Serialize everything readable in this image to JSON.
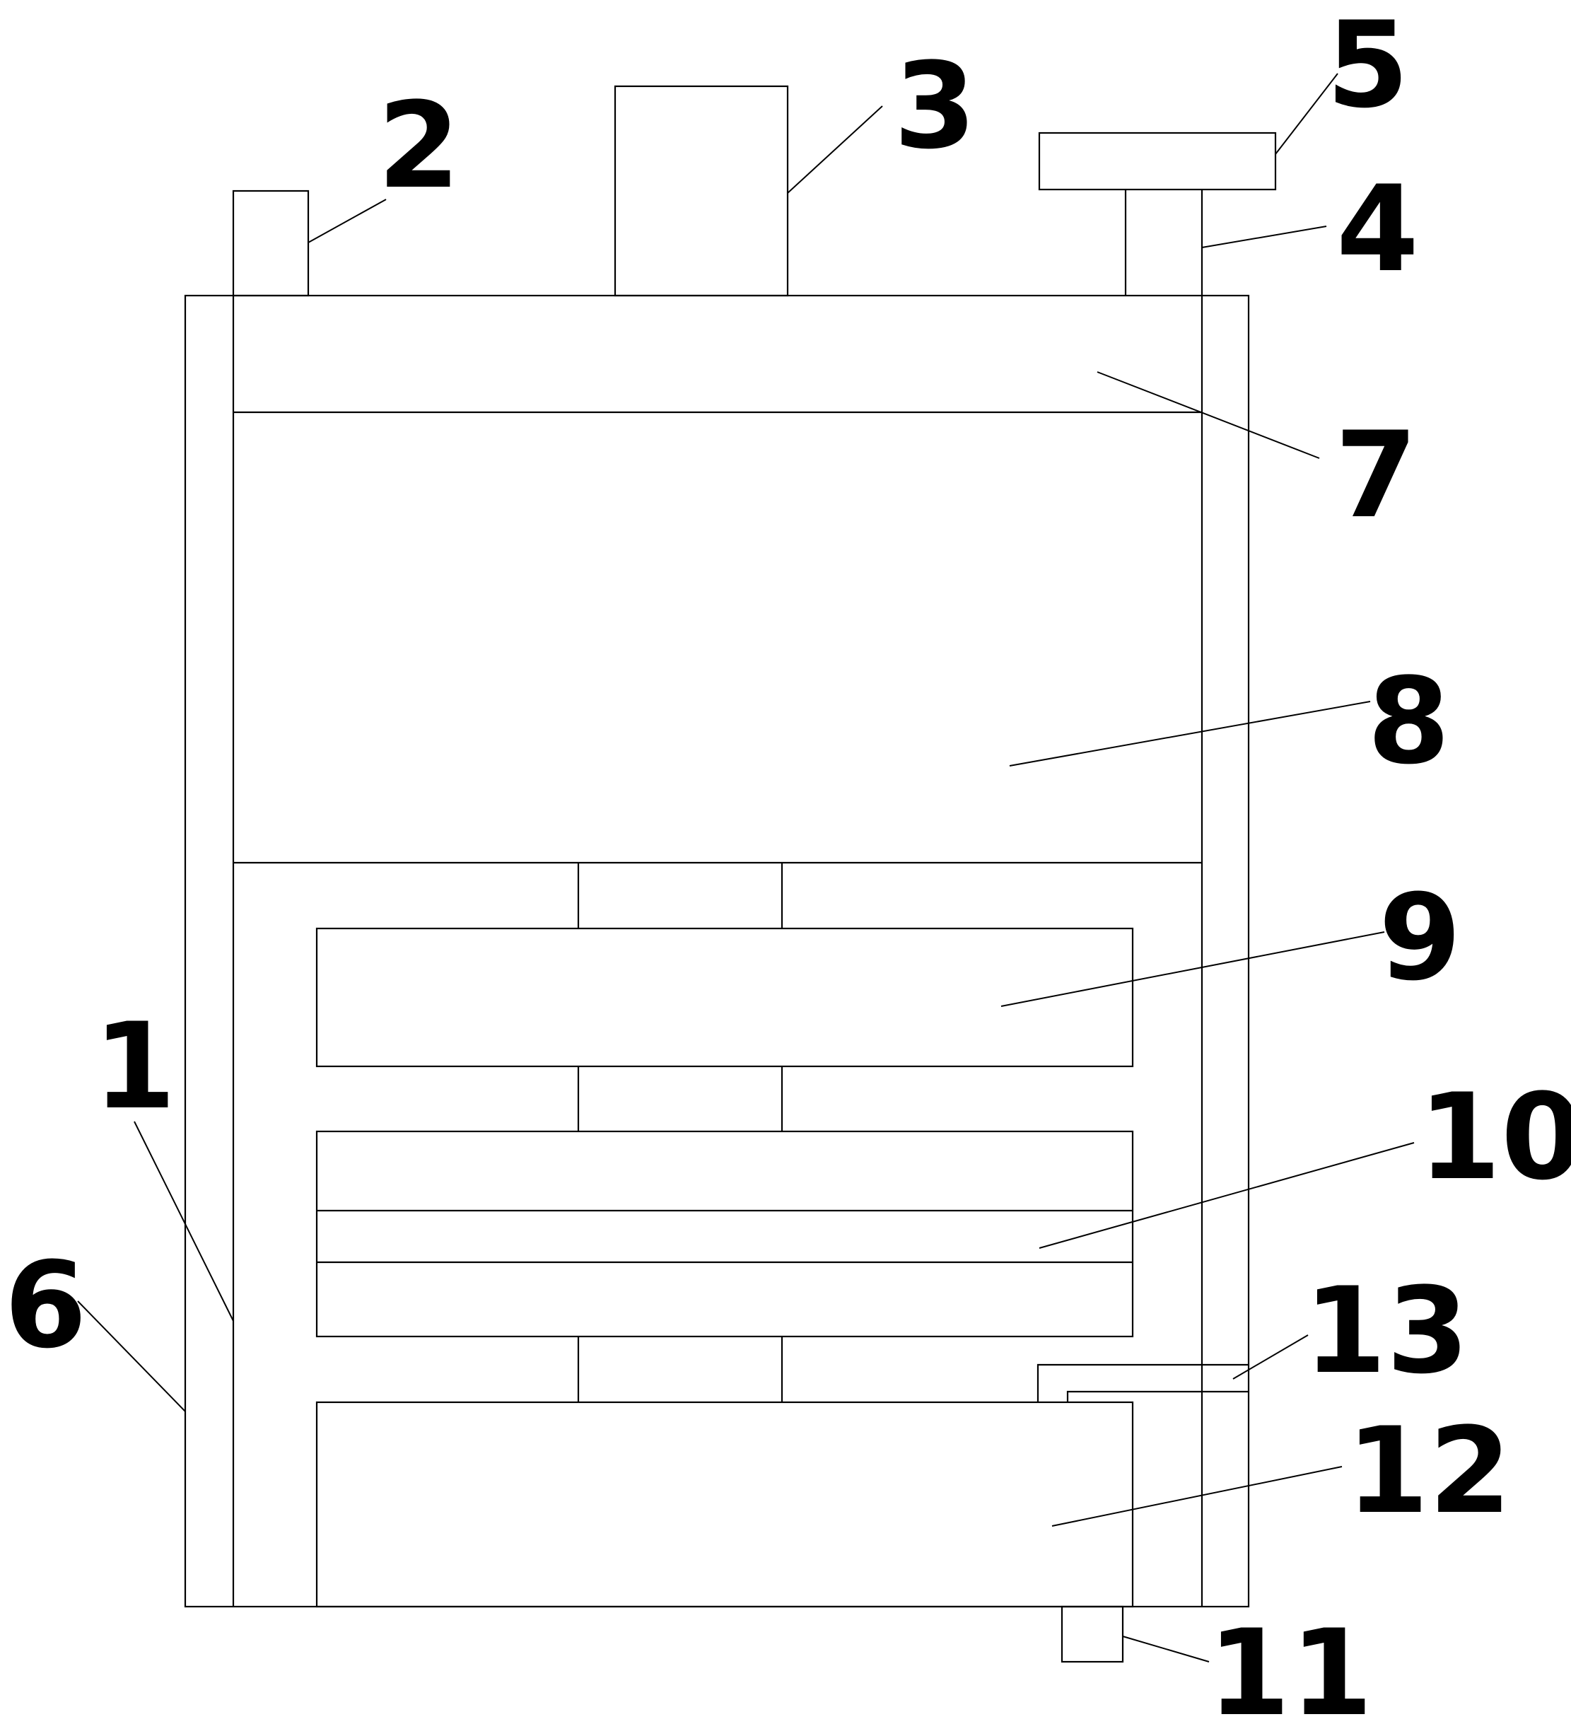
{
  "labels": {
    "l1": "1",
    "l2": "2",
    "l3": "3",
    "l4": "4",
    "l5": "5",
    "l6": "6",
    "l7": "7",
    "l8": "8",
    "l9": "9",
    "l10": "10",
    "l11": "11",
    "l12": "12",
    "l13": "13"
  },
  "colors": {
    "line": "#000000",
    "background": "#ffffff"
  }
}
